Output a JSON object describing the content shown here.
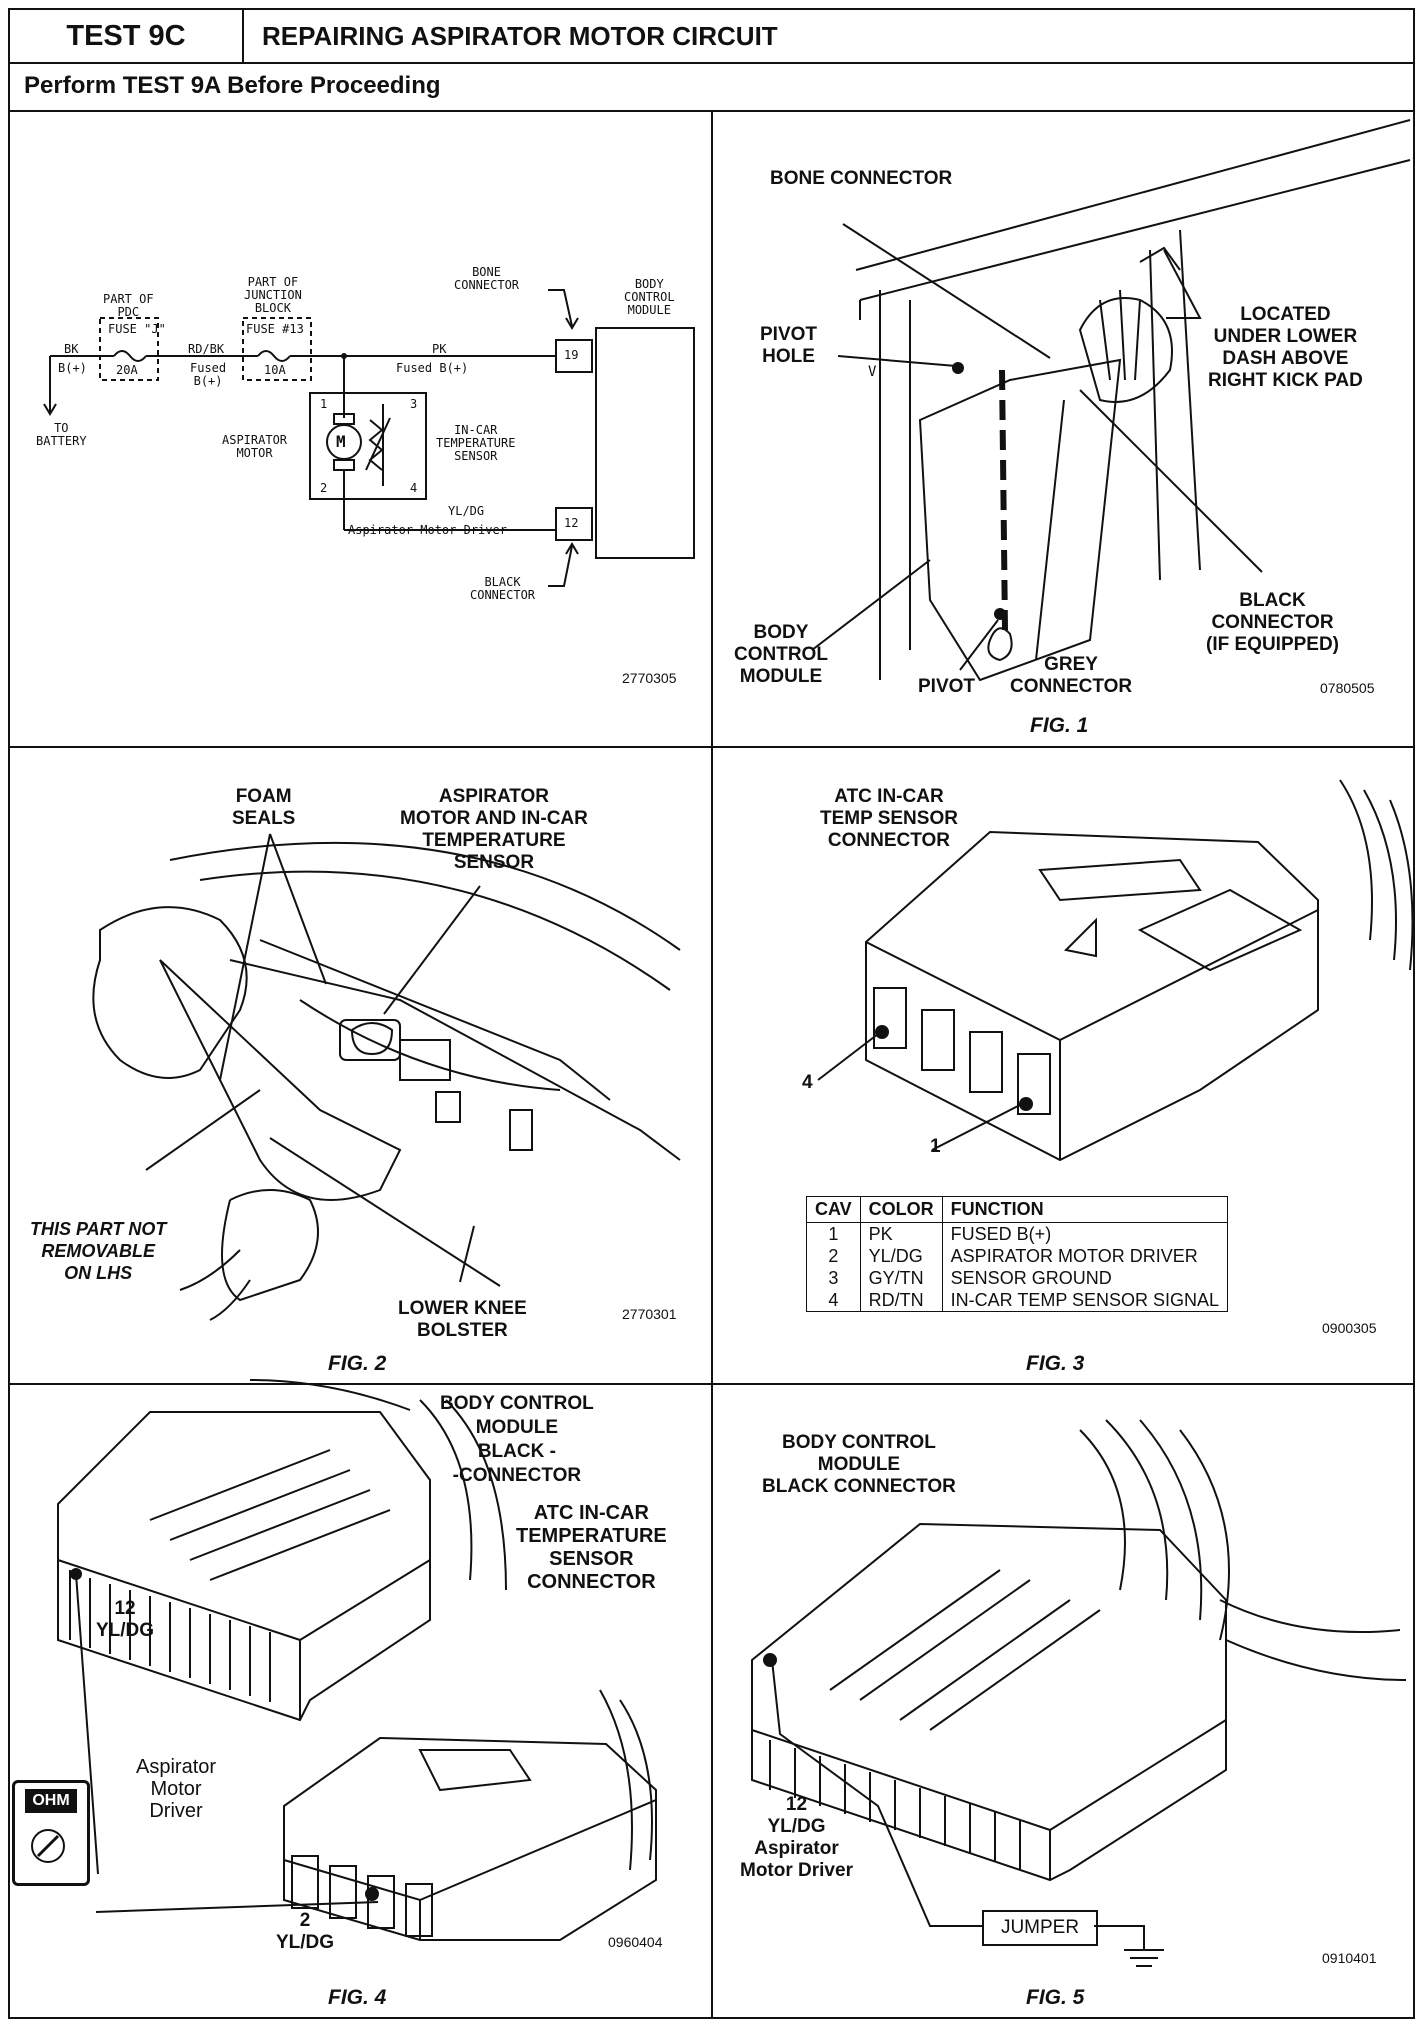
{
  "header": {
    "test_id": "TEST 9C",
    "title": "REPAIRING ASPIRATOR MOTOR CIRCUIT",
    "subtitle": "Perform TEST 9A Before Proceeding"
  },
  "schematic": {
    "part_of_pdc": "PART OF\nPDC",
    "fuse_j": "FUSE \"J\"",
    "fuse_j_rating": "20A",
    "part_of_jb": "PART OF\nJUNCTION\nBLOCK",
    "fuse_13": "FUSE #13",
    "fuse_13_rating": "10A",
    "bk": "BK",
    "bplus": "B(+)",
    "to_battery": "TO\nBATTERY",
    "rdbk": "RD/BK",
    "fused_bplus": "Fused\nB(+)",
    "pk": "PK",
    "pk_fused": "Fused B(+)",
    "bone_connector": "BONE\nCONNECTOR",
    "bcm": "BODY\nCONTROL\nMODULE",
    "pin_19": "19",
    "pin_12": "12",
    "pins": [
      "1",
      "2",
      "3",
      "4"
    ],
    "motor_symbol": "M",
    "aspirator_motor": "ASPIRATOR\nMOTOR",
    "in_car_sensor": "IN-CAR\nTEMPERATURE\nSENSOR",
    "yldg": "YL/DG",
    "driver": "Aspirator Motor Driver",
    "black_connector": "BLACK\nCONNECTOR",
    "code": "2770305"
  },
  "fig1": {
    "bone_connector": "BONE CONNECTOR",
    "pivot_hole": "PIVOT\nHOLE",
    "located": "LOCATED\nUNDER LOWER\nDASH ABOVE\nRIGHT KICK PAD",
    "bcm": "BODY\nCONTROL\nMODULE",
    "pivot": "PIVOT",
    "grey": "GREY\nCONNECTOR",
    "black": "BLACK\nCONNECTOR\n(IF EQUIPPED)",
    "v_mark": "V",
    "code": "0780505",
    "caption": "FIG. 1"
  },
  "fig2": {
    "foam": "FOAM\nSEALS",
    "aspirator": "ASPIRATOR\nMOTOR AND IN-CAR\nTEMPERATURE\nSENSOR",
    "not_removable": "THIS PART NOT\nREMOVABLE\nON LHS",
    "knee": "LOWER KNEE\nBOLSTER",
    "code": "2770301",
    "caption": "FIG. 2"
  },
  "fig3": {
    "title": "ATC IN-CAR\nTEMP SENSOR\nCONNECTOR",
    "pin4": "4",
    "pin1": "1",
    "headers": [
      "CAV",
      "COLOR",
      "FUNCTION"
    ],
    "rows": [
      [
        "1",
        "PK",
        "FUSED B(+)"
      ],
      [
        "2",
        "YL/DG",
        "ASPIRATOR MOTOR DRIVER"
      ],
      [
        "3",
        "GY/TN",
        "SENSOR GROUND"
      ],
      [
        "4",
        "RD/TN",
        "IN-CAR TEMP SENSOR SIGNAL"
      ]
    ],
    "code": "0900305",
    "caption": "FIG. 3"
  },
  "fig4": {
    "bcm_black": "BODY CONTROL\nMODULE\nBLACK -\n-CONNECTOR",
    "atc": "ATC IN-CAR\nTEMPERATURE\nSENSOR\nCONNECTOR",
    "pin12": "12\nYL/DG",
    "driver": "Aspirator\nMotor\nDriver",
    "pin2": "2\nYL/DG",
    "meter_display": "OHM",
    "code": "0960404",
    "caption": "FIG. 4"
  },
  "fig5": {
    "bcm_black": "BODY CONTROL\nMODULE\nBLACK CONNECTOR",
    "pin12": "12\nYL/DG\nAspirator\nMotor Driver",
    "jumper": "JUMPER",
    "code": "0910401",
    "caption": "FIG. 5"
  }
}
